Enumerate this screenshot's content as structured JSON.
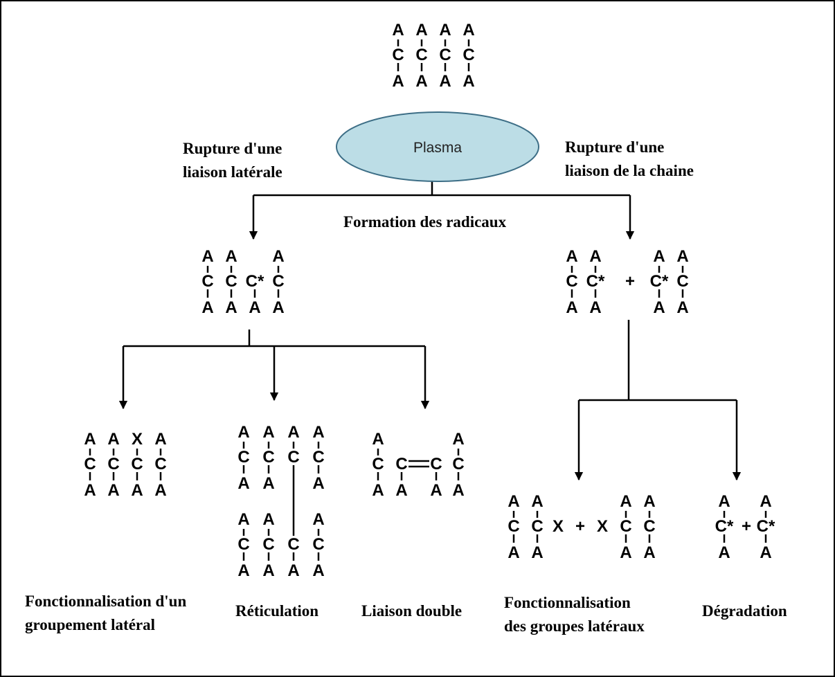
{
  "diagram": {
    "plasma": "Plasma",
    "left_break": [
      "Rupture d'une",
      "liaison latérale"
    ],
    "right_break": [
      "Rupture d'une",
      "liaison de la chaine"
    ],
    "radicals": "Formation des radicaux",
    "outcome_1": [
      "Fonctionnalisation d'un",
      "groupement latéral"
    ],
    "outcome_2": "Réticulation",
    "outcome_3": "Liaison double",
    "outcome_4": [
      "Fonctionnalisation",
      "des groupes latéraux"
    ],
    "outcome_5": "Dégradation"
  },
  "molecules": {
    "sub": "A",
    "carbon": "C",
    "radical": "C*",
    "func": "X",
    "plus": "+"
  },
  "colors": {
    "plasma_fill": "#bcdde6",
    "plasma_stroke": "#3d6e86"
  }
}
